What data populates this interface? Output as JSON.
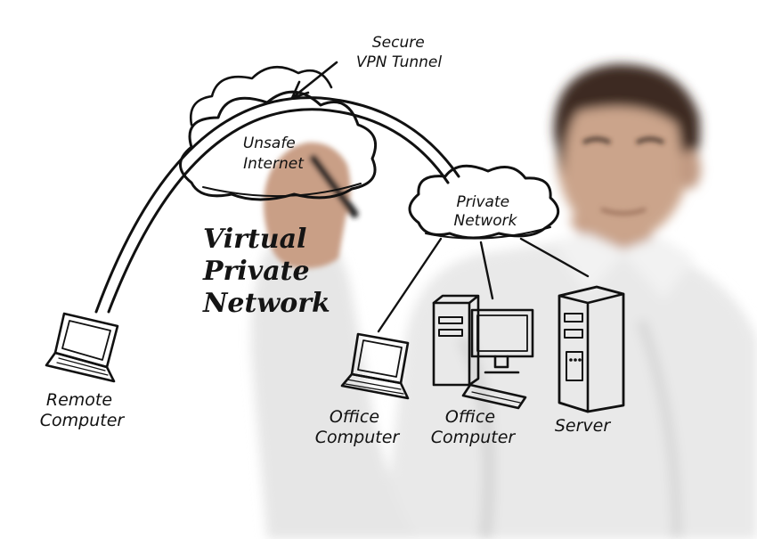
{
  "title_lines": [
    "Virtual",
    "Private",
    "Network"
  ],
  "nodes": {
    "tunnel": [
      "Secure",
      "VPN Tunnel"
    ],
    "internet": [
      "Unsafe",
      "Internet"
    ],
    "private_network": [
      "Private",
      "Network"
    ],
    "remote_computer": [
      "Remote",
      "Computer"
    ],
    "office_computer_1": [
      "Office",
      "Computer"
    ],
    "office_computer_2": [
      "Office",
      "Computer"
    ],
    "server": [
      "Server"
    ]
  },
  "colors": {
    "ink": "#111111",
    "shirt": "#ececec",
    "skin": "#c9a28a",
    "hair": "#3a2a22"
  }
}
